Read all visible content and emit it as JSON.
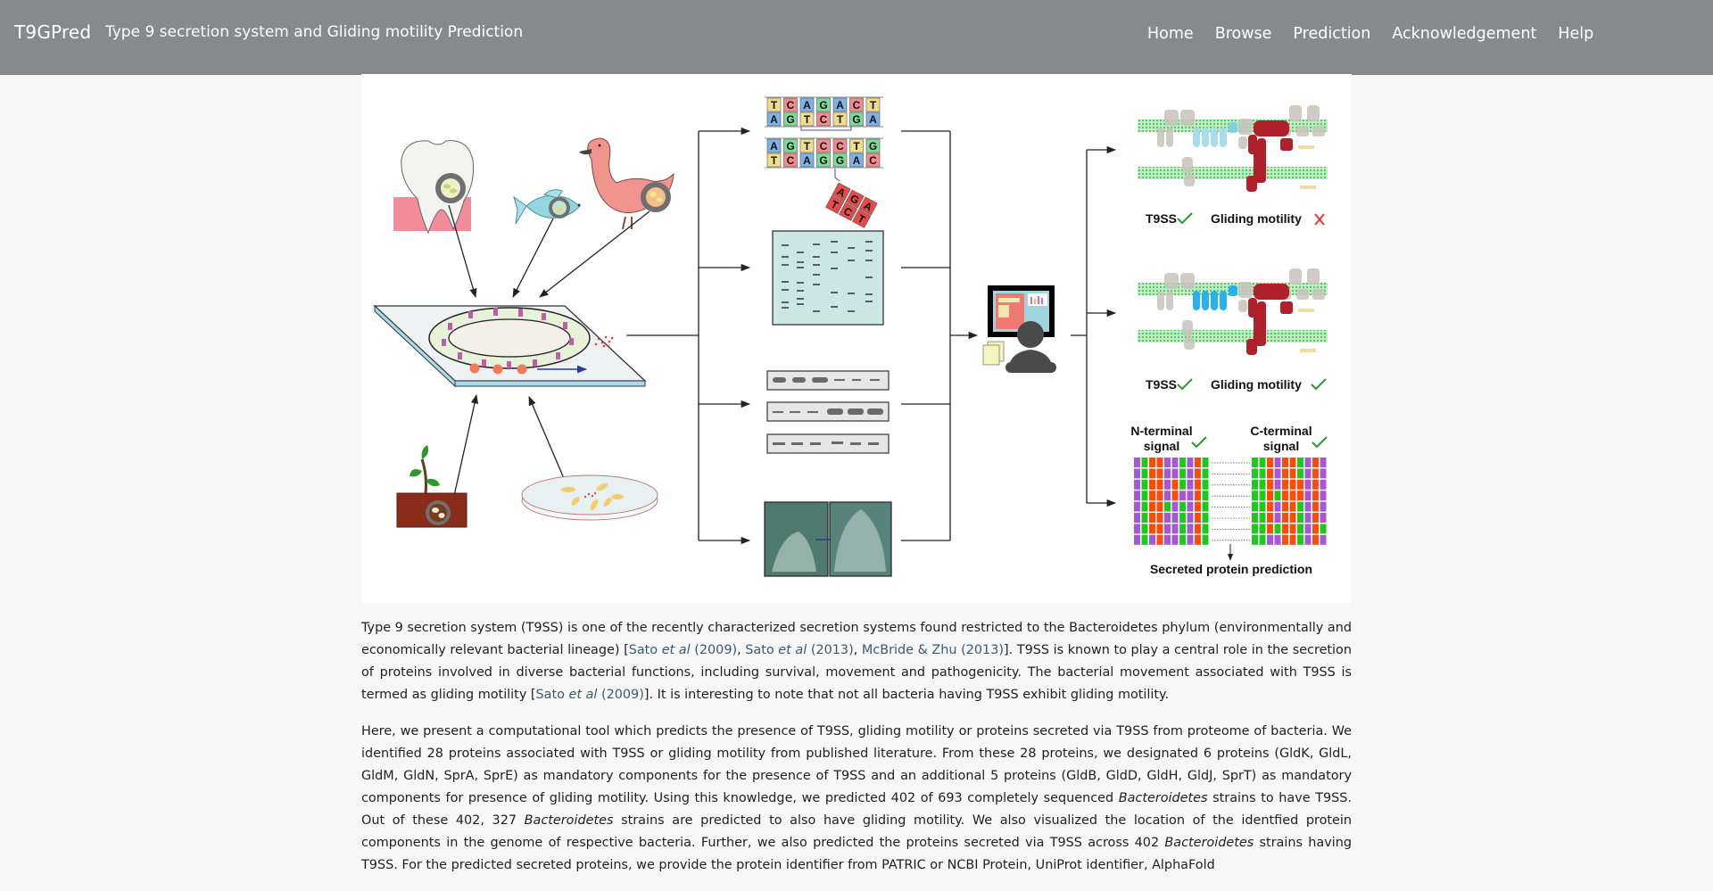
{
  "navbar": {
    "brand": "T9GPred",
    "tagline": "Type 9 secretion system and Gliding motility Prediction",
    "links": [
      "Home",
      "Browse",
      "Prediction",
      "Acknowledgement",
      "Help"
    ]
  },
  "figure": {
    "dna_strands": [
      {
        "top": [
          "T",
          "C",
          "A",
          "G",
          "A",
          "C",
          "T"
        ],
        "bottom": [
          "A",
          "G",
          "T",
          "C",
          "T",
          "G",
          "A"
        ]
      },
      {
        "top": [
          "A",
          "G",
          "T",
          "C",
          "C",
          "T",
          "G"
        ],
        "bottom": [
          "T",
          "C",
          "A",
          "G",
          "G",
          "A",
          "C"
        ]
      }
    ],
    "excised_fragment": {
      "top": [
        "A",
        "G",
        "A"
      ],
      "bottom": [
        "T",
        "C",
        "T"
      ]
    },
    "panel1": {
      "t9ss_label": "T9SS",
      "t9ss_status": "check",
      "gliding_label": "Gliding motility",
      "gliding_status": "cross"
    },
    "panel2": {
      "t9ss_label": "T9SS",
      "t9ss_status": "check",
      "gliding_label": "Gliding motility",
      "gliding_status": "check"
    },
    "panel3": {
      "n_terminal_line1": "N-terminal",
      "n_terminal_line2": "signal",
      "c_terminal_line1": "C-terminal",
      "c_terminal_line2": "signal",
      "caption": "Secreted protein prediction"
    },
    "colors": {
      "dna_A": "#7fb3e6",
      "dna_T": "#f0dc8a",
      "dna_C": "#f08c8c",
      "dna_G": "#80d99a",
      "check": "#2a9a2a",
      "cross": "#e53935",
      "signal_purple": "#a657d6",
      "signal_green": "#1ec81e",
      "signal_orange": "#ff4a0a",
      "protein_red": "#b0202a",
      "membrane_green": "#7fd88a"
    }
  },
  "content": {
    "p1": {
      "t1": "Type 9 secretion system (T9SS) is one of the recently characterized secretion systems found restricted to the Bacteroidetes phylum (environmentally and economically relevant bacterial lineage) [",
      "ref1_a": "Sato ",
      "ref1_em": "et al",
      "ref1_b": " (2009)",
      "sep1": ", ",
      "ref2_a": "Sato ",
      "ref2_em": "et al",
      "ref2_b": " (2013)",
      "sep2": ", ",
      "ref3": "McBride & Zhu (2013)",
      "t2": "]. T9SS is known to play a central role in the secretion of proteins involved in diverse bacterial functions, including survival, movement and pathogenicity. The bacterial movement associated with T9SS is termed as gliding motility [",
      "ref4_a": "Sato ",
      "ref4_em": "et al",
      "ref4_b": " (2009)",
      "t3": "]. It is interesting to note that not all bacteria having T9SS exhibit gliding motility."
    },
    "p2": {
      "t1": "Here, we present a computational tool which predicts the presence of T9SS, gliding motility or proteins secreted via T9SS from proteome of bacteria. We identified 28 proteins associated with T9SS or gliding motility from published literature. From these 28 proteins, we designated 6 proteins (GldK, GldL, GldM, GldN, SprA, SprE) as mandatory components for the presence of T9SS and an additional 5 proteins (GldB, GldD, GldH, GldJ, SprT) as mandatory components for presence of gliding motility. Using this knowledge, we predicted 402 of 693 completely sequenced ",
      "em1": "Bacteroidetes",
      "t2": " strains to have T9SS. Out of these 402, 327 ",
      "em2": "Bacteroidetes",
      "t3": " strains are predicted to also have gliding motility. We also visualized the location of the identfied protein components in the genome of respective bacteria. Further, we also predicted the proteins secreted via T9SS across 402 ",
      "em3": "Bacteroidetes",
      "t4": " strains having T9SS. For the predicted secreted proteins, we provide the protein identifier from PATRIC or NCBI Protein, UniProt identifier, AlphaFold"
    }
  }
}
